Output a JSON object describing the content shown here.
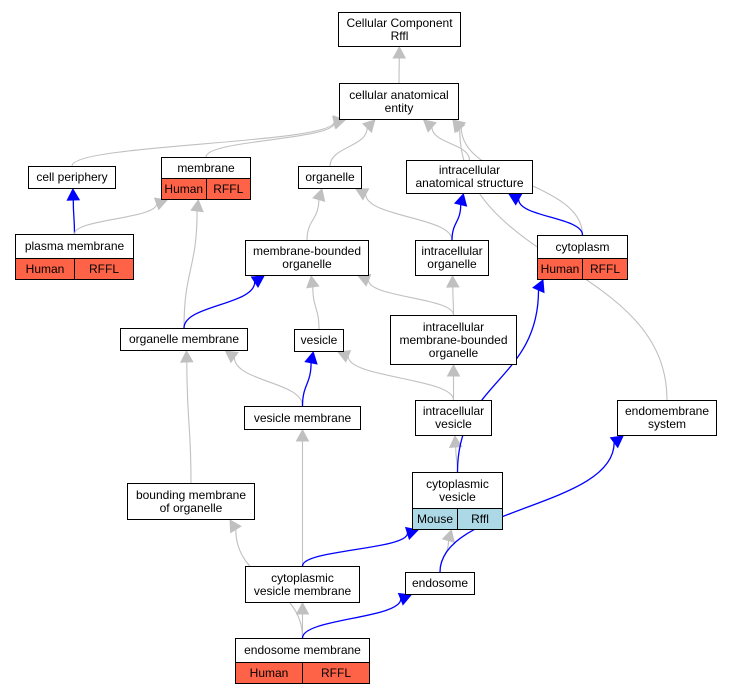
{
  "colors": {
    "human_annotation": "#ff6347",
    "mouse_annotation": "#add8e6",
    "is_a_edge": "#c0c0c0",
    "part_of_edge": "#0000ff"
  },
  "nodes": {
    "root": {
      "label": "Cellular Component\nRffl"
    },
    "cellular_anatomical_entity": {
      "label": "cellular anatomical\nentity"
    },
    "cell_periphery": {
      "label": "cell periphery"
    },
    "membrane": {
      "label": "membrane",
      "tags": [
        "Human",
        "RFFL"
      ]
    },
    "organelle": {
      "label": "organelle"
    },
    "intracellular_anatomical_structure": {
      "label": "intracellular\nanatomical structure"
    },
    "plasma_membrane": {
      "label": "plasma membrane",
      "tags": [
        "Human",
        "RFFL"
      ]
    },
    "membrane_bounded_organelle": {
      "label": "membrane-bounded\norganelle"
    },
    "intracellular_organelle": {
      "label": "intracellular\norganelle"
    },
    "cytoplasm": {
      "label": "cytoplasm",
      "tags": [
        "Human",
        "RFFL"
      ]
    },
    "organelle_membrane": {
      "label": "organelle membrane"
    },
    "vesicle": {
      "label": "vesicle"
    },
    "intracellular_membrane_bounded_organelle": {
      "label": "intracellular\nmembrane-bounded\norganelle"
    },
    "vesicle_membrane": {
      "label": "vesicle membrane"
    },
    "intracellular_vesicle": {
      "label": "intracellular\nvesicle"
    },
    "endomembrane_system": {
      "label": "endomembrane\nsystem"
    },
    "bounding_membrane_of_organelle": {
      "label": "bounding membrane\nof organelle"
    },
    "cytoplasmic_vesicle": {
      "label": "cytoplasmic\nvesicle",
      "tags": [
        "Mouse",
        "Rffl"
      ]
    },
    "cytoplasmic_vesicle_membrane": {
      "label": "cytoplasmic\nvesicle membrane"
    },
    "endosome": {
      "label": "endosome"
    },
    "endosome_membrane": {
      "label": "endosome membrane",
      "tags": [
        "Human",
        "RFFL"
      ]
    }
  },
  "edges": [
    {
      "from": "cellular_anatomical_entity",
      "to": "root",
      "type": "is_a"
    },
    {
      "from": "cell_periphery",
      "to": "cellular_anatomical_entity",
      "type": "is_a"
    },
    {
      "from": "membrane",
      "to": "cellular_anatomical_entity",
      "type": "is_a"
    },
    {
      "from": "organelle",
      "to": "cellular_anatomical_entity",
      "type": "is_a"
    },
    {
      "from": "intracellular_anatomical_structure",
      "to": "cellular_anatomical_entity",
      "type": "is_a"
    },
    {
      "from": "cytoplasm",
      "to": "cellular_anatomical_entity",
      "type": "is_a"
    },
    {
      "from": "endomembrane_system",
      "to": "cellular_anatomical_entity",
      "type": "is_a"
    },
    {
      "from": "plasma_membrane",
      "to": "cell_periphery",
      "type": "part_of"
    },
    {
      "from": "plasma_membrane",
      "to": "membrane",
      "type": "is_a"
    },
    {
      "from": "membrane_bounded_organelle",
      "to": "organelle",
      "type": "is_a"
    },
    {
      "from": "intracellular_organelle",
      "to": "organelle",
      "type": "is_a"
    },
    {
      "from": "intracellular_organelle",
      "to": "intracellular_anatomical_structure",
      "type": "part_of"
    },
    {
      "from": "cytoplasm",
      "to": "intracellular_anatomical_structure",
      "type": "part_of"
    },
    {
      "from": "organelle_membrane",
      "to": "membrane",
      "type": "is_a"
    },
    {
      "from": "organelle_membrane",
      "to": "membrane_bounded_organelle",
      "type": "part_of"
    },
    {
      "from": "vesicle",
      "to": "membrane_bounded_organelle",
      "type": "is_a"
    },
    {
      "from": "intracellular_membrane_bounded_organelle",
      "to": "membrane_bounded_organelle",
      "type": "is_a"
    },
    {
      "from": "intracellular_membrane_bounded_organelle",
      "to": "intracellular_organelle",
      "type": "is_a"
    },
    {
      "from": "vesicle_membrane",
      "to": "organelle_membrane",
      "type": "is_a"
    },
    {
      "from": "vesicle_membrane",
      "to": "vesicle",
      "type": "part_of"
    },
    {
      "from": "intracellular_vesicle",
      "to": "vesicle",
      "type": "is_a"
    },
    {
      "from": "intracellular_vesicle",
      "to": "intracellular_membrane_bounded_organelle",
      "type": "is_a"
    },
    {
      "from": "bounding_membrane_of_organelle",
      "to": "organelle_membrane",
      "type": "is_a"
    },
    {
      "from": "cytoplasmic_vesicle",
      "to": "intracellular_vesicle",
      "type": "is_a"
    },
    {
      "from": "cytoplasmic_vesicle",
      "to": "cytoplasm",
      "type": "part_of"
    },
    {
      "from": "cytoplasmic_vesicle_membrane",
      "to": "vesicle_membrane",
      "type": "is_a"
    },
    {
      "from": "cytoplasmic_vesicle_membrane",
      "to": "cytoplasmic_vesicle",
      "type": "part_of"
    },
    {
      "from": "endosome",
      "to": "cytoplasmic_vesicle",
      "type": "is_a"
    },
    {
      "from": "endosome",
      "to": "endomembrane_system",
      "type": "part_of"
    },
    {
      "from": "endosome_membrane",
      "to": "cytoplasmic_vesicle_membrane",
      "type": "is_a"
    },
    {
      "from": "endosome_membrane",
      "to": "bounding_membrane_of_organelle",
      "type": "is_a"
    },
    {
      "from": "endosome_membrane",
      "to": "endosome",
      "type": "part_of"
    }
  ]
}
